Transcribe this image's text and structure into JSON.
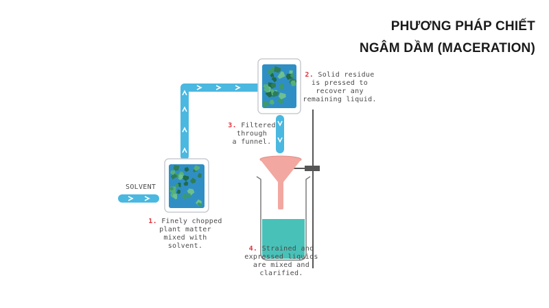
{
  "title": {
    "line1": "PHƯƠNG PHÁP CHIẾT",
    "line2": "NGÂM DẦM (MACERATION)"
  },
  "colors": {
    "pipe": "#4ab8e0",
    "arrow": "#ffffff",
    "container_fill": "#2f8fc4",
    "plant_green": "#3d9a6a",
    "funnel": "#f2a7a0",
    "liquid": "#48c2b8",
    "step_number": "#e0323c"
  },
  "solvent_label": "SOLVENT",
  "steps": [
    {
      "number": "1.",
      "lines": [
        "Finely chopped",
        "plant matter",
        "mixed with",
        "solvent."
      ]
    },
    {
      "number": "2.",
      "lines": [
        "Solid residue",
        "is pressed to",
        "recover any",
        "remaining liquid."
      ]
    },
    {
      "number": "3.",
      "lines": [
        "Filtered",
        "through",
        "a funnel."
      ]
    },
    {
      "number": "4.",
      "lines": [
        "Strained and",
        "expressed liquids",
        "are mixed and",
        "clarified."
      ]
    }
  ]
}
